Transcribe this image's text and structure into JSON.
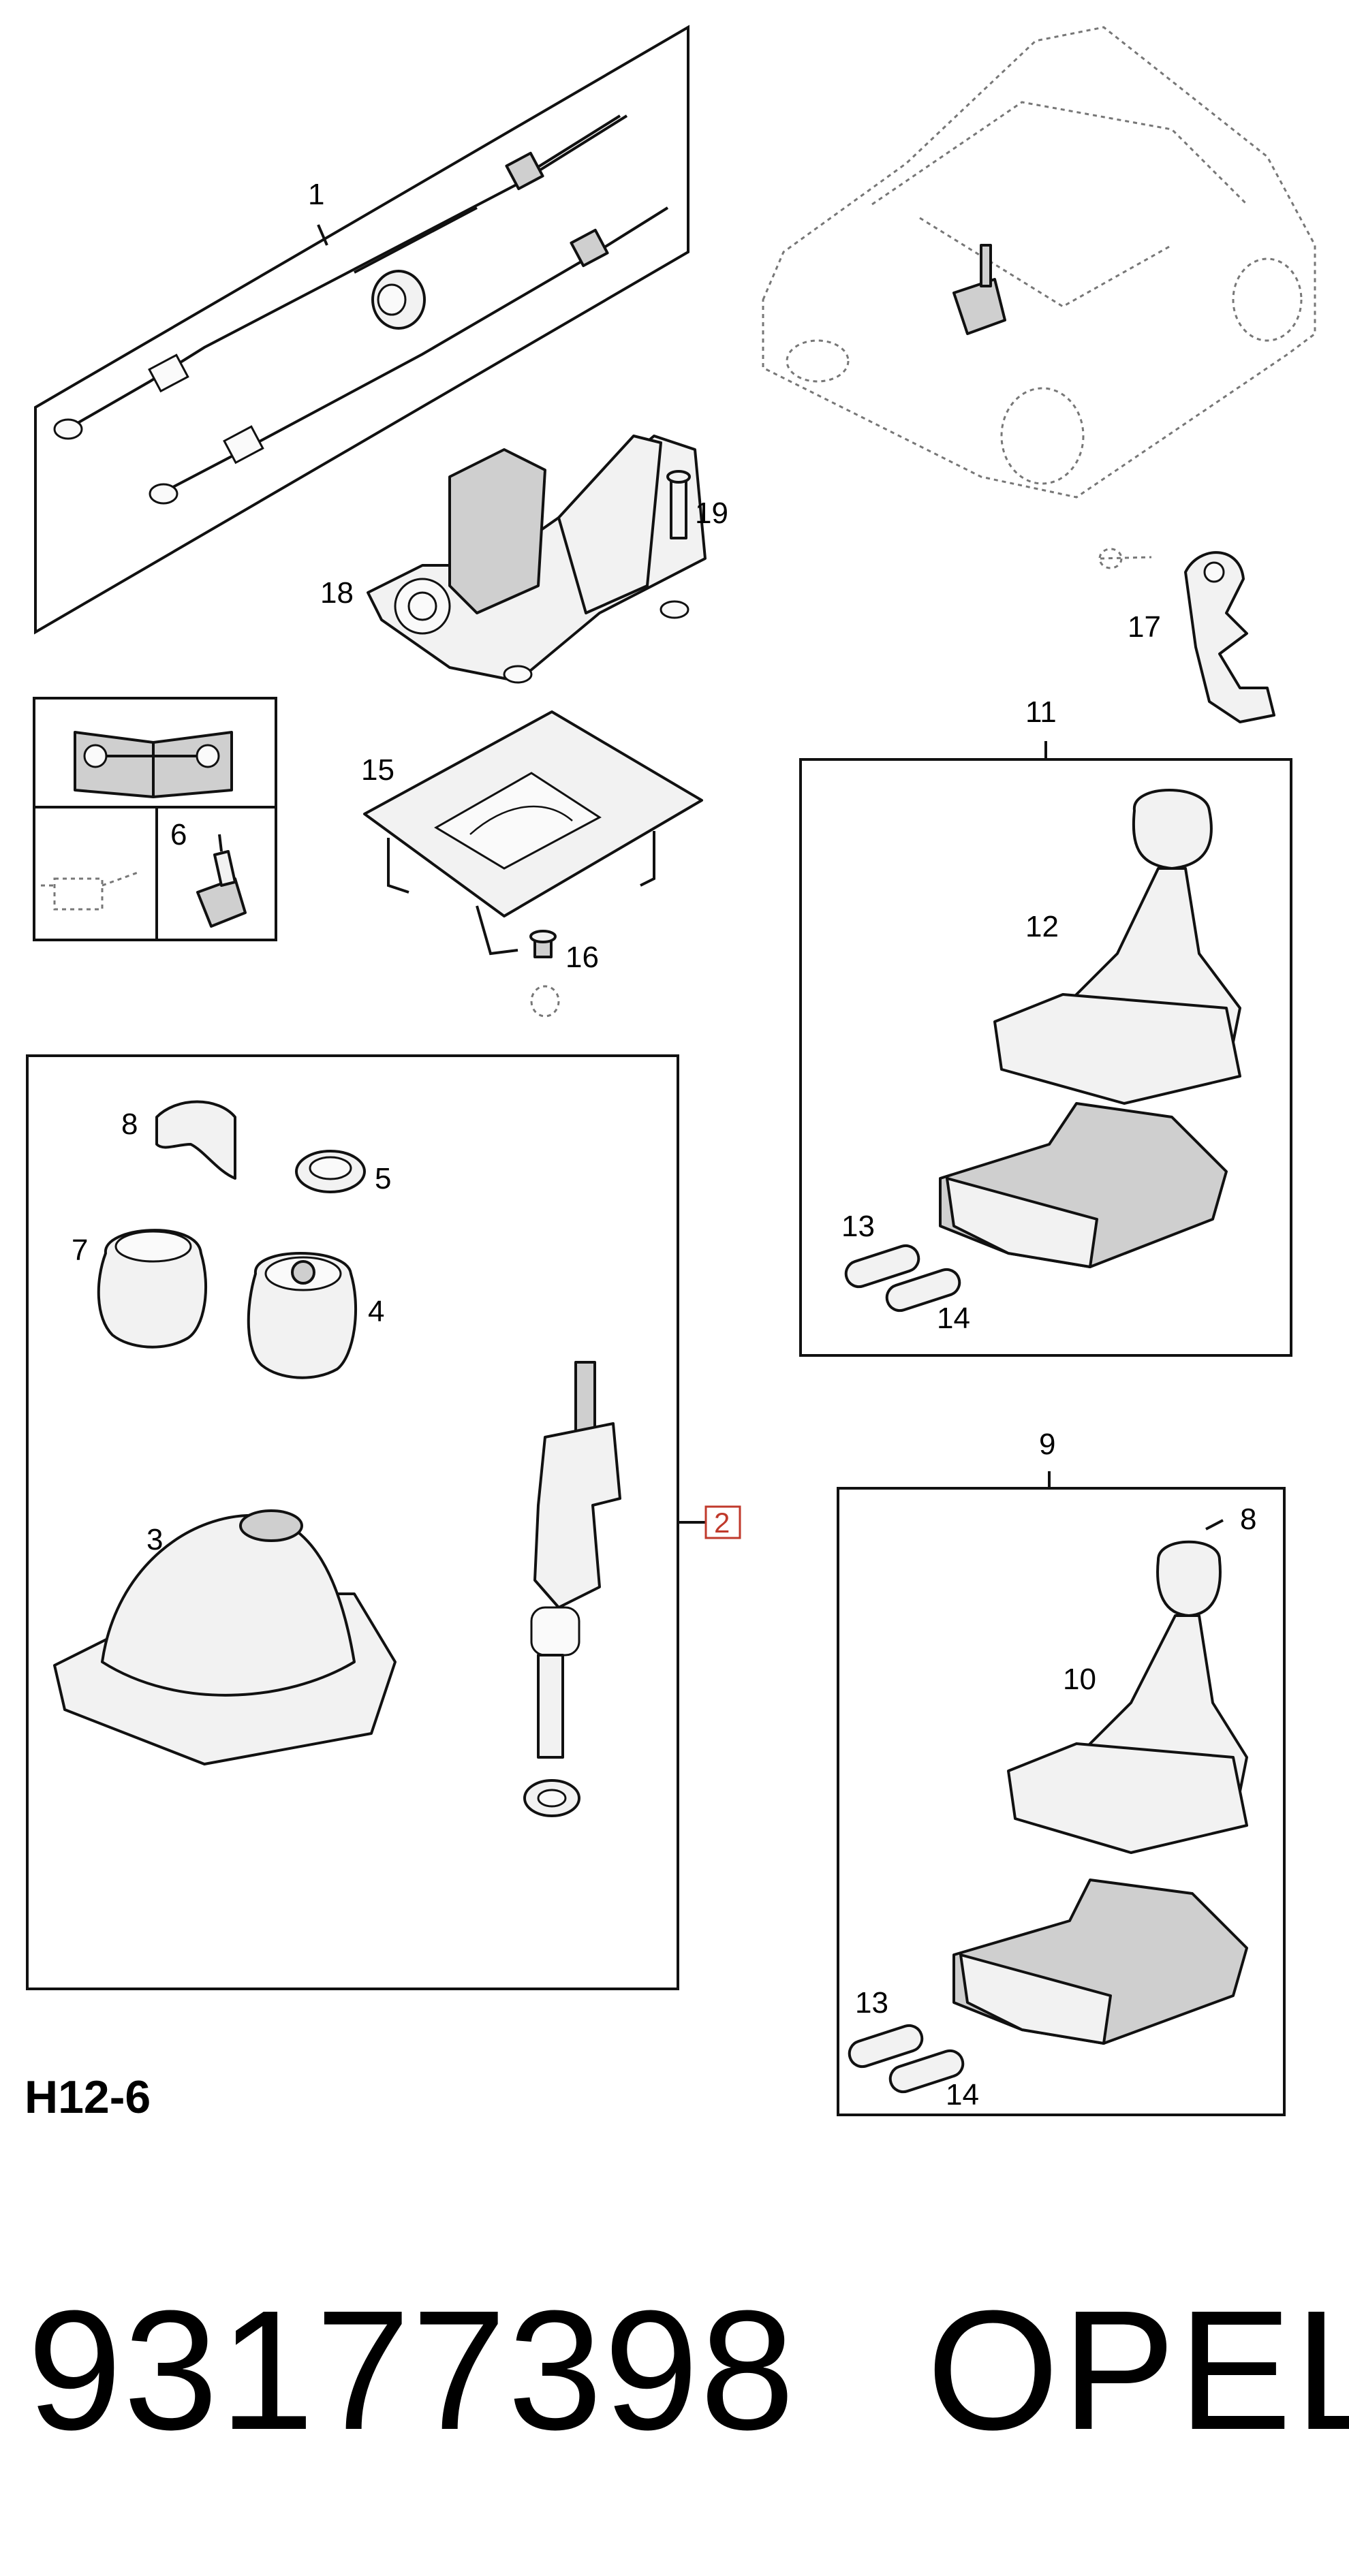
{
  "diagram_code": "H12-6",
  "part_number": "93177398",
  "brand": "OPEL",
  "callouts": {
    "c1": "1",
    "c2": "2",
    "c3": "3",
    "c4": "4",
    "c5": "5",
    "c6": "6",
    "c7": "7",
    "c8a": "8",
    "c8b": "8",
    "c9": "9",
    "c10": "10",
    "c11": "11",
    "c12": "12",
    "c13a": "13",
    "c13b": "13",
    "c14a": "14",
    "c14b": "14",
    "c15": "15",
    "c16": "16",
    "c17": "17",
    "c18": "18",
    "c19": "19"
  },
  "colors": {
    "ink": "#111111",
    "highlight": "#c0392b",
    "fill": "#f2f2f2"
  },
  "icons": [
    "manual-book-wrench-icon",
    "oil-can-icon",
    "lubricant-bottle-icon"
  ]
}
